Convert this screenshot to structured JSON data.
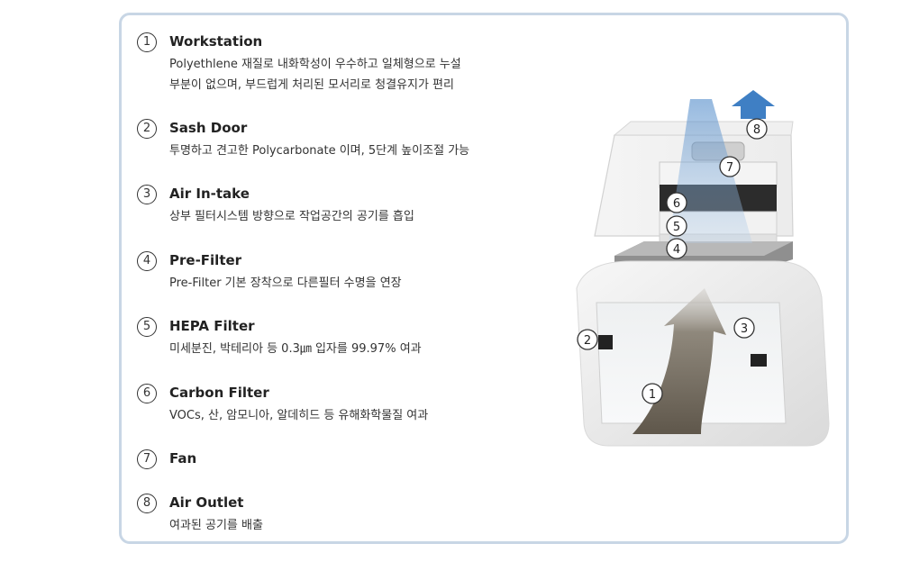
{
  "features": [
    {
      "num": "1",
      "title": "Workstation",
      "desc": [
        "Polyethlene 재질로 내화학성이 우수하고 일체형으로 누설",
        "부분이 없으며, 부드럽게 처리된 모서리로 청결유지가 편리"
      ]
    },
    {
      "num": "2",
      "title": "Sash Door",
      "desc": [
        "투명하고 견고한 Polycarbonate 이며, 5단계 높이조절 가능"
      ]
    },
    {
      "num": "3",
      "title": "Air In-take",
      "desc": [
        "상부 필터시스템 방향으로 작업공간의 공기를 흡입"
      ]
    },
    {
      "num": "4",
      "title": "Pre-Filter",
      "desc": [
        "Pre-Filter 기본 장착으로 다른필터 수명을 연장"
      ]
    },
    {
      "num": "5",
      "title": "HEPA Filter",
      "desc": [
        "미세분진,  박테리아 등 0.3㎛ 입자를 99.97% 여과"
      ]
    },
    {
      "num": "6",
      "title": "Carbon Filter",
      "desc": [
        "VOCs, 산, 암모니아, 알데히드 등 유해화학물질 여과"
      ]
    },
    {
      "num": "7",
      "title": "Fan",
      "desc": []
    },
    {
      "num": "8",
      "title": "Air Outlet",
      "desc": [
        "여과된 공기를 배출"
      ]
    }
  ],
  "callouts": [
    "1",
    "2",
    "3",
    "4",
    "5",
    "6",
    "7",
    "8"
  ],
  "colors": {
    "border": "#c8d6e5",
    "arrow_blue": "#3f7fc4",
    "arrow_brown": "#6e665a"
  }
}
